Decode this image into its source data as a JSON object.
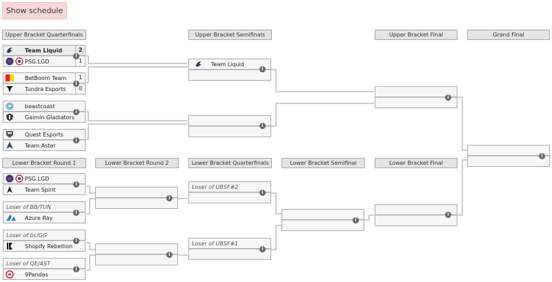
{
  "show_schedule": "Show schedule",
  "info_glyph": "i",
  "rounds": {
    "ub_qf": "Upper Bracket Quarterfinals",
    "ub_sf": "Upper Bracket Semifinals",
    "ub_f": "Upper Bracket Final",
    "gf": "Grand Final",
    "lb_r1": "Lower Bracket Round 1",
    "lb_r2": "Lower Bracket Round 2",
    "lb_qf": "Lower Bracket Quarterfinals",
    "lb_sf": "Lower Bracket Semifinal",
    "lb_f": "Lower Bracket Final"
  },
  "matches": {
    "ubqf1": {
      "top": {
        "name": "Team Liquid",
        "score": "2"
      },
      "bot": {
        "name": "PSG.LGD",
        "score": "1"
      }
    },
    "ubqf2": {
      "top": {
        "name": "BetBoom Team",
        "score": "1"
      },
      "bot": {
        "name": "Tundra Esports",
        "score": "0"
      }
    },
    "ubqf3": {
      "top": {
        "name": "beastcoast"
      },
      "bot": {
        "name": "Gaimin Gladiators"
      }
    },
    "ubqf4": {
      "top": {
        "name": "Quest Esports"
      },
      "bot": {
        "name": "Team Aster"
      }
    },
    "ubsf1": {
      "top": {
        "name": "Team Liquid"
      },
      "bot": {
        "name": ""
      }
    },
    "lbr1a": {
      "top": {
        "name": "PSG.LGD"
      },
      "bot": {
        "name": "Team Spirit"
      }
    },
    "lbr1b": {
      "top": {
        "name": "Loser of BB/TUN"
      },
      "bot": {
        "name": "Azure Ray"
      }
    },
    "lbr1c": {
      "top": {
        "name": "Loser of bc/GG"
      },
      "bot": {
        "name": "Shopify Rebellion"
      }
    },
    "lbr1d": {
      "top": {
        "name": "Loser of QE/AST"
      },
      "bot": {
        "name": "9Pandas"
      }
    },
    "lbqf1": {
      "top": {
        "name": "Loser of UBSF#2"
      }
    },
    "lbqf2": {
      "top": {
        "name": "Loser of UBSF#1"
      }
    }
  },
  "icons": {
    "liquid": "#1a3a5c",
    "lgd": "#1d3f8f",
    "lgd_accent": "#d7263d",
    "betboom": "#e31e24",
    "betboom_accent": "#ffd400",
    "tundra": "#111111",
    "beastcoast": "#7fb9c2",
    "gaimin": "#333333",
    "quest": "#555555",
    "aster": "#2b4a6b",
    "spirit": "#222222",
    "azure": "#2a7fc0",
    "shopify": "#111111",
    "pandas": "#d21f3c"
  }
}
